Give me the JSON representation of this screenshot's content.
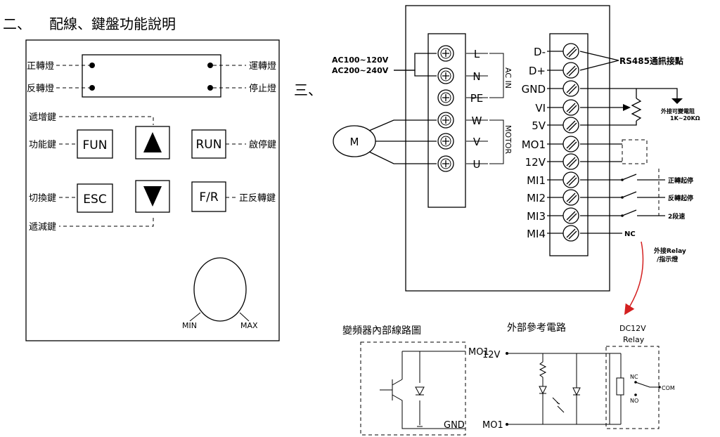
{
  "section2": {
    "heading_num": "二、",
    "heading": "配線、鍵盤功能說明",
    "labels": {
      "fwd_lamp": "正轉燈",
      "rev_lamp": "反轉燈",
      "run_lamp": "運轉燈",
      "stop_lamp": "停止燈",
      "inc_key": "遞增鍵",
      "func_key": "功能鍵",
      "start_stop_key": "啟停鍵",
      "switch_key": "切換鍵",
      "fr_key": "正反轉鍵",
      "dec_key": "遞減鍵"
    },
    "buttons": {
      "fun": "FUN",
      "run": "RUN",
      "esc": "ESC",
      "fr": "F/R"
    },
    "knob": {
      "min": "MIN",
      "max": "MAX"
    }
  },
  "section3": {
    "heading_num": "三、",
    "ac_input_1": "AC100~120V",
    "ac_input_2": "AC200~240V",
    "left_terminals": [
      "L",
      "N",
      "PE",
      "W",
      "V",
      "U"
    ],
    "ac_in_label": "AC IN",
    "motor_label": "MOTOR",
    "motor_symbol": "M",
    "right_terminals": [
      "D-",
      "D+",
      "GND",
      "VI",
      "5V",
      "MO1",
      "12V",
      "MI1",
      "MI2",
      "MI3",
      "MI4"
    ],
    "rs485_label": "RS485通訊接點",
    "pot_label_1": "外接可變電阻",
    "pot_label_2": "1K~20KΩ",
    "mi1_label": "正轉起停",
    "mi2_label": "反轉起停",
    "mi3_label": "2段速",
    "nc_label": "NC",
    "relay_note_1": "外接Relay",
    "relay_note_2": "/指示燈"
  },
  "circuits": {
    "internal_title": "變頻器內部線路圖",
    "internal_mo1": "MO1",
    "internal_gnd": "GND",
    "external_title": "外部參考電路",
    "ext_12v": "12V",
    "ext_mo1": "MO1",
    "relay_title_1": "DC12V",
    "relay_title_2": "Relay",
    "relay_nc": "NC",
    "relay_no": "NO",
    "relay_com": "COM"
  }
}
